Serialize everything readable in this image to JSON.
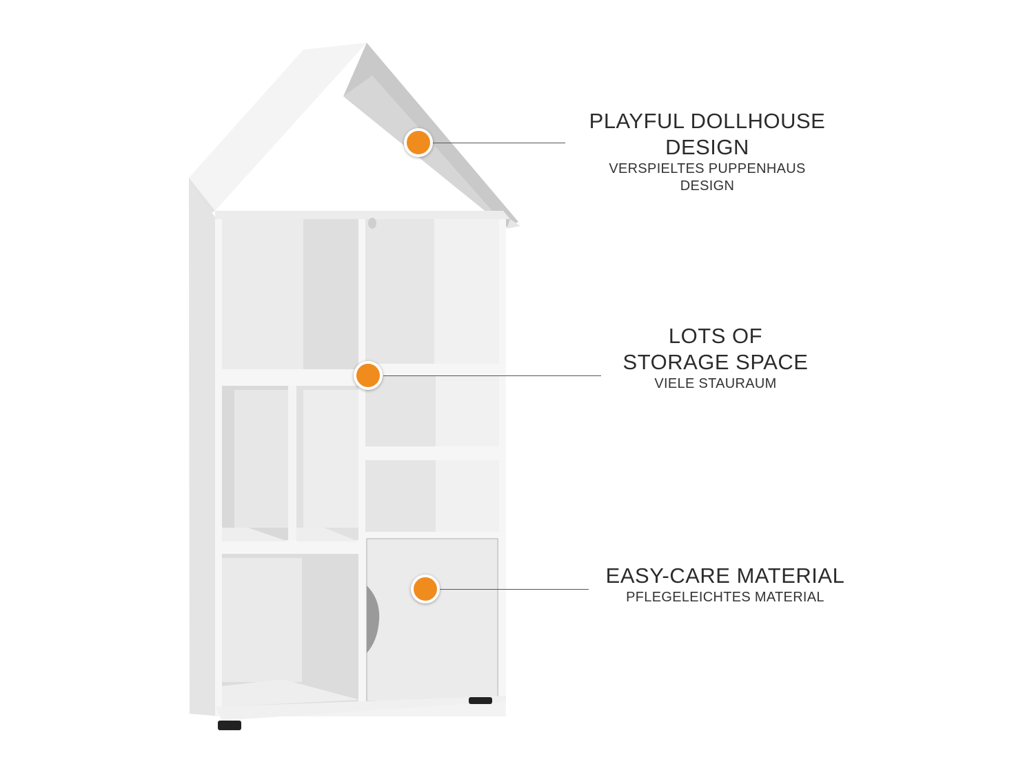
{
  "accent_color": "#f08c1e",
  "features": [
    {
      "title": "PLAYFUL DOLLHOUSE DESIGN",
      "subtitle": "VERSPIELTES PUPPENHAUS DESIGN"
    },
    {
      "title": "LOTS OF STORAGE SPACE",
      "subtitle": "VIELE STAURAUM"
    },
    {
      "title": "EASY-CARE MATERIAL",
      "subtitle": "PFLEGELEICHTES MATERIAL"
    }
  ]
}
